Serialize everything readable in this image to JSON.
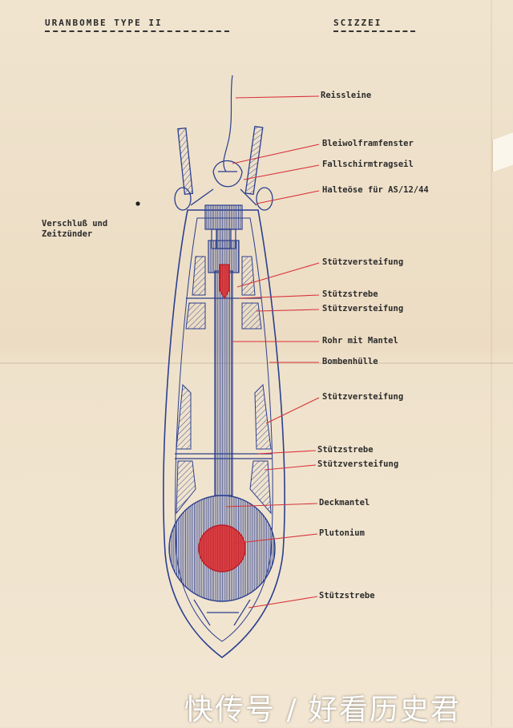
{
  "document": {
    "title": "URANBOMBE TYPE II",
    "sheet": "SCIZZEI"
  },
  "labels": {
    "reissleine": "Reissleine",
    "bleiwolfram": "Bleiwolframfenster",
    "fallschirm": "Fallschirmtragseil",
    "halteoese": "Halteöse für AS/12/44",
    "verschluss": "Verschluß und\nZeitzünder",
    "stuetzversteifung_1": "Stützversteifung",
    "stuetzstrebe_1": "Stützstrebe",
    "stuetzversteifung_2": "Stützversteifung",
    "rohr": "Rohr mit Mantel",
    "bombenhuelle": "Bombenhülle",
    "stuetzversteifung_3": "Stützversteifung",
    "stuetzstrebe_2": "Stützstrebe",
    "stuetzversteifung_4": "Stützversteifung",
    "deckmantel": "Deckmantel",
    "plutonium": "Plutonium",
    "stuetzstrebe_3": "Stützstrebe"
  },
  "colors": {
    "ink_blue": "#2b3f8f",
    "ink_red": "#d8323a",
    "paper": "#efe3cf",
    "type_ink": "#2b2b2b"
  },
  "watermark": "快传号 / 好看历史君"
}
